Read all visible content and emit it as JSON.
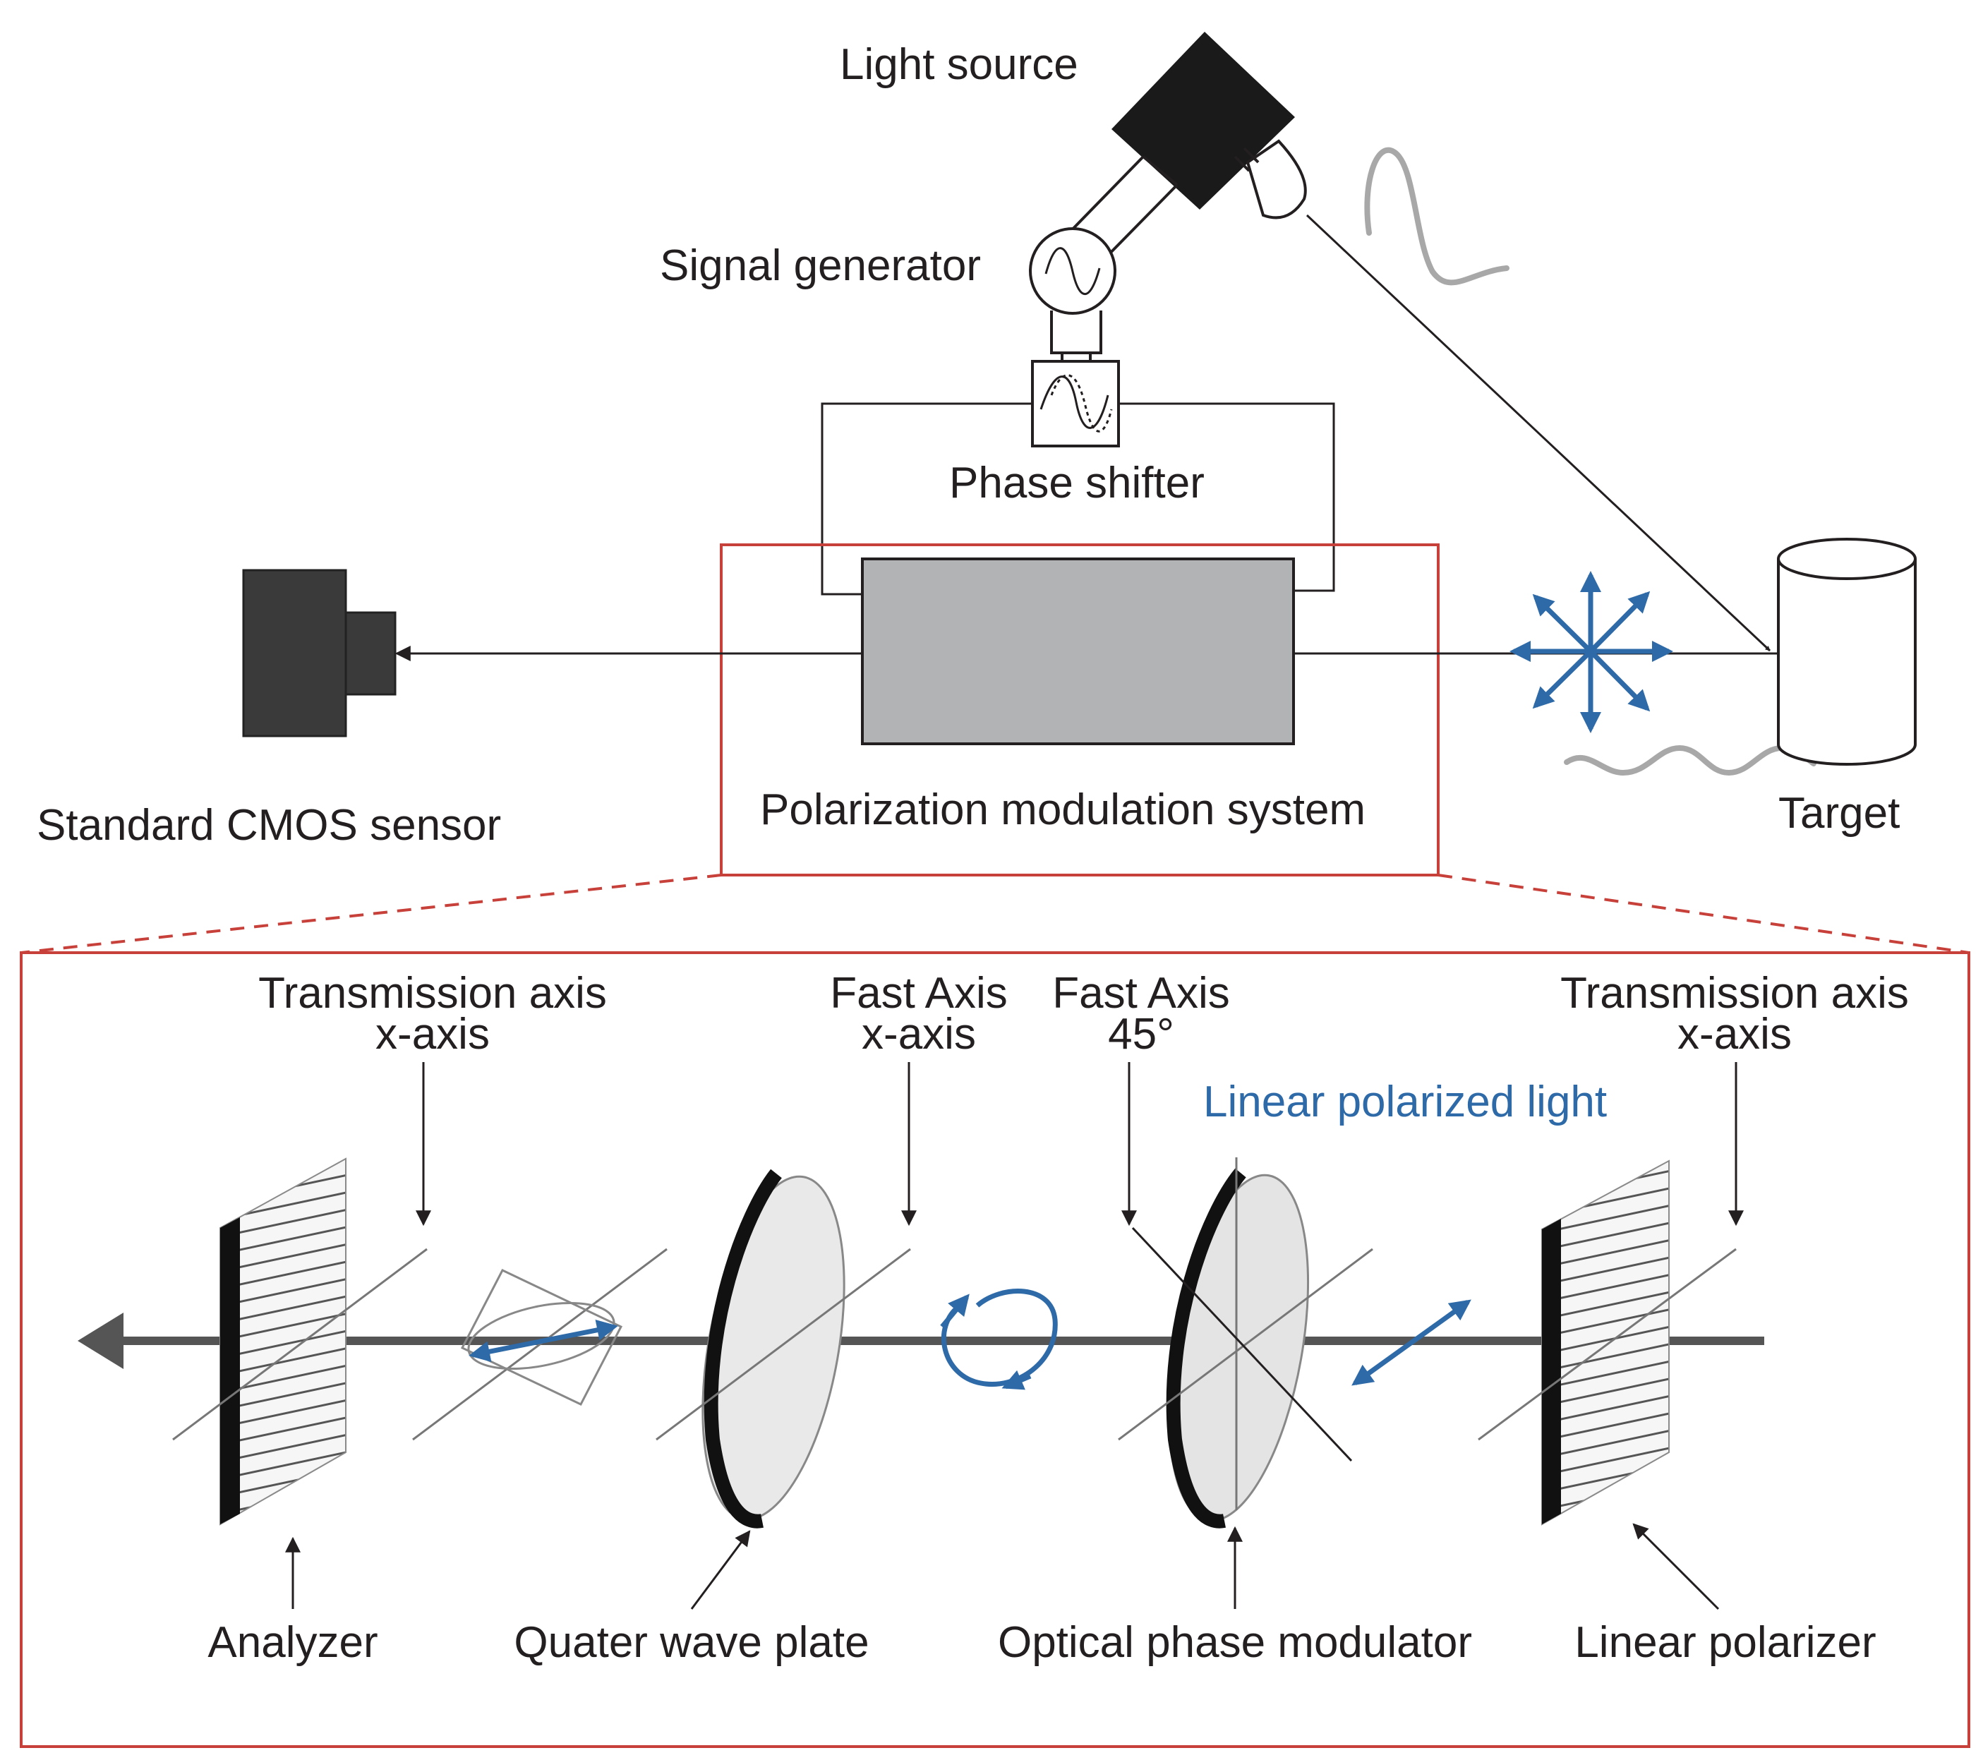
{
  "colors": {
    "ink": "#231f20",
    "frame_red": "#c8403a",
    "polarization_blue": "#2e6aa8",
    "wave_gray": "#a8a8a8",
    "modulator_gray": "#b2b3b5",
    "camera_dark": "#3a3a3a"
  },
  "top": {
    "light_source": "Light source",
    "signal_generator": "Signal generator",
    "phase_shifter": "Phase shifter",
    "cmos_sensor": "Standard CMOS sensor",
    "pms": "Polarization modulation system",
    "target": "Target"
  },
  "detail": {
    "analyzer_axis_1": "Transmission axis",
    "analyzer_axis_2": "x-axis",
    "qwp_axis_1": "Fast Axis",
    "qwp_axis_2": "x-axis",
    "opm_axis_1": "Fast Axis",
    "opm_axis_2": "45°",
    "polarizer_axis_1": "Transmission axis",
    "polarizer_axis_2": "x-axis",
    "linear_light": "Linear polarized light",
    "analyzer": "Analyzer",
    "qwp": "Quater wave plate",
    "opm": "Optical phase modulator",
    "polarizer": "Linear polarizer"
  }
}
